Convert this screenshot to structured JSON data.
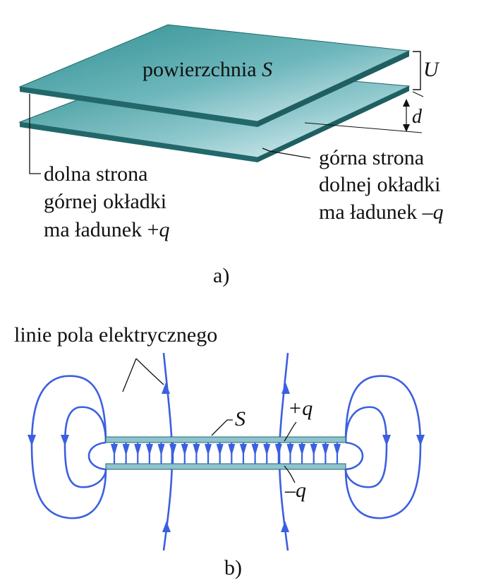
{
  "panel_a": {
    "surface_label": "powierzchnia ",
    "surface_symbol": "S",
    "voltage_symbol": "U",
    "gap_symbol": "d",
    "left_note": {
      "line1": "dolna strona",
      "line2": "górnej okładki",
      "line3": "ma ładunek +",
      "charge": "q"
    },
    "right_note": {
      "line1": "górna strona",
      "line2": "dolnej okładki",
      "line3": "ma ładunek –",
      "charge": "q"
    },
    "caption": "a)"
  },
  "panel_b": {
    "field_lines_label": "linie pola elektrycznego",
    "surface_symbol": "S",
    "plus_q": "+q",
    "minus_q": "–q",
    "caption": "b)"
  },
  "colors": {
    "plate_top": "#3e9c9c",
    "plate_bottom_light": "#cfe7ec",
    "plate_edge": "#22686a",
    "field_line": "#3b5fe0",
    "plate_b": "#8fc3cf"
  }
}
